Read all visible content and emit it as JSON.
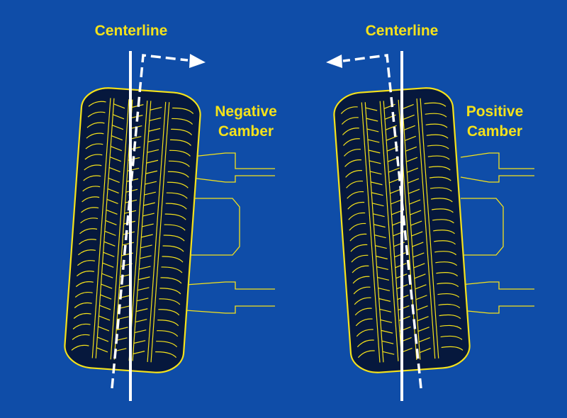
{
  "diagram": {
    "panels": [
      {
        "id": "negative",
        "centerline_label": "Centerline",
        "camber_label_line1": "Negative",
        "camber_label_line2": "Camber",
        "tilt_deg": 4
      },
      {
        "id": "positive",
        "centerline_label": "Centerline",
        "camber_label_line1": "Positive",
        "camber_label_line2": "Camber",
        "tilt_deg": -4
      }
    ]
  },
  "colors": {
    "background": "#0f4da8",
    "outline": "#f5e21a",
    "tire_fill": "#06183d",
    "centerline": "#ffffff"
  }
}
